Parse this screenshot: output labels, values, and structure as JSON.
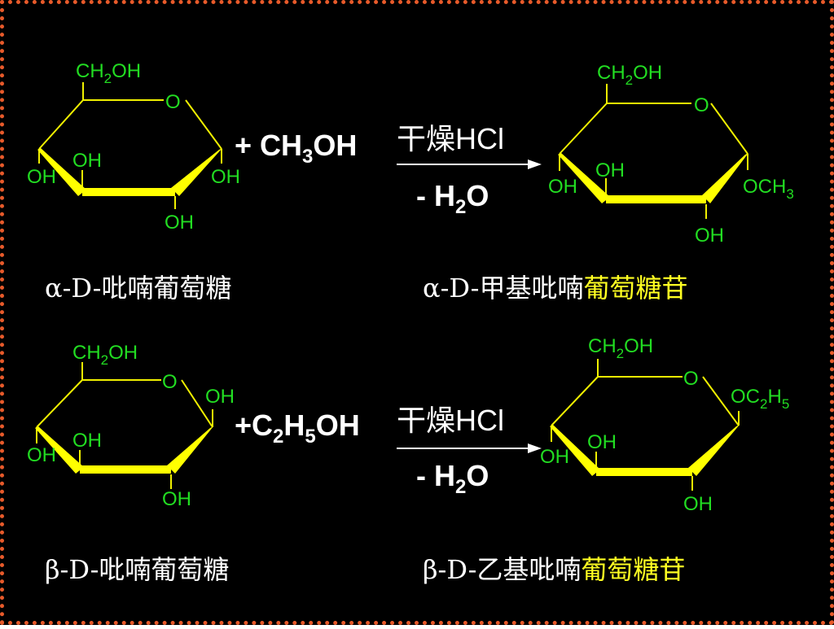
{
  "colors": {
    "background": "#000000",
    "border": "#e85a2a",
    "ring": "#ffff00",
    "group_label": "#22dd22",
    "text": "#ffffff",
    "highlight": "#ffff22"
  },
  "reactions": [
    {
      "reactant": {
        "top": {
          "a": "CH",
          "sub": "2",
          "b": "OH"
        },
        "ring_o": "O",
        "anomeric": "",
        "left_oh": "OH",
        "inner_oh": "OH",
        "c2_oh": "OH",
        "bottom_oh": "OH",
        "name": "α-D-吡喃葡萄糖"
      },
      "reagent": {
        "a": "+ CH",
        "sub": "3",
        "b": "OH"
      },
      "condition": "干燥HCl",
      "byproduct": {
        "a": "- H",
        "sub": "2",
        "b": "O"
      },
      "product": {
        "top": {
          "a": "CH",
          "sub": "2",
          "b": "OH"
        },
        "ring_o": "O",
        "anomeric": {
          "a": "OCH",
          "sub": "3",
          "b": ""
        },
        "left_oh": "OH",
        "inner_oh": "OH",
        "bottom_oh": "OH",
        "name_white": "α-D-甲基吡喃",
        "name_yellow": "葡萄糖苷"
      }
    },
    {
      "reactant": {
        "top": {
          "a": "CH",
          "sub": "2",
          "b": "OH"
        },
        "ring_o": "O",
        "anomeric": "OH",
        "left_oh": "OH",
        "inner_oh": "OH",
        "bottom_oh": "OH",
        "name": "β-D-吡喃葡萄糖"
      },
      "reagent": {
        "a": "+C",
        "sub1": "2",
        "b": "H",
        "sub2": "5",
        "c": "OH"
      },
      "condition": "干燥HCl",
      "byproduct": {
        "a": "- H",
        "sub": "2",
        "b": "O"
      },
      "product": {
        "top": {
          "a": "CH",
          "sub": "2",
          "b": "OH"
        },
        "ring_o": "O",
        "anomeric": {
          "a": "OC",
          "sub1": "2",
          "b": "H",
          "sub2": "5"
        },
        "left_oh": "OH",
        "inner_oh": "OH",
        "bottom_oh": "OH",
        "name_white": "β-D-乙基吡喃",
        "name_yellow": "葡萄糖苷"
      }
    }
  ]
}
